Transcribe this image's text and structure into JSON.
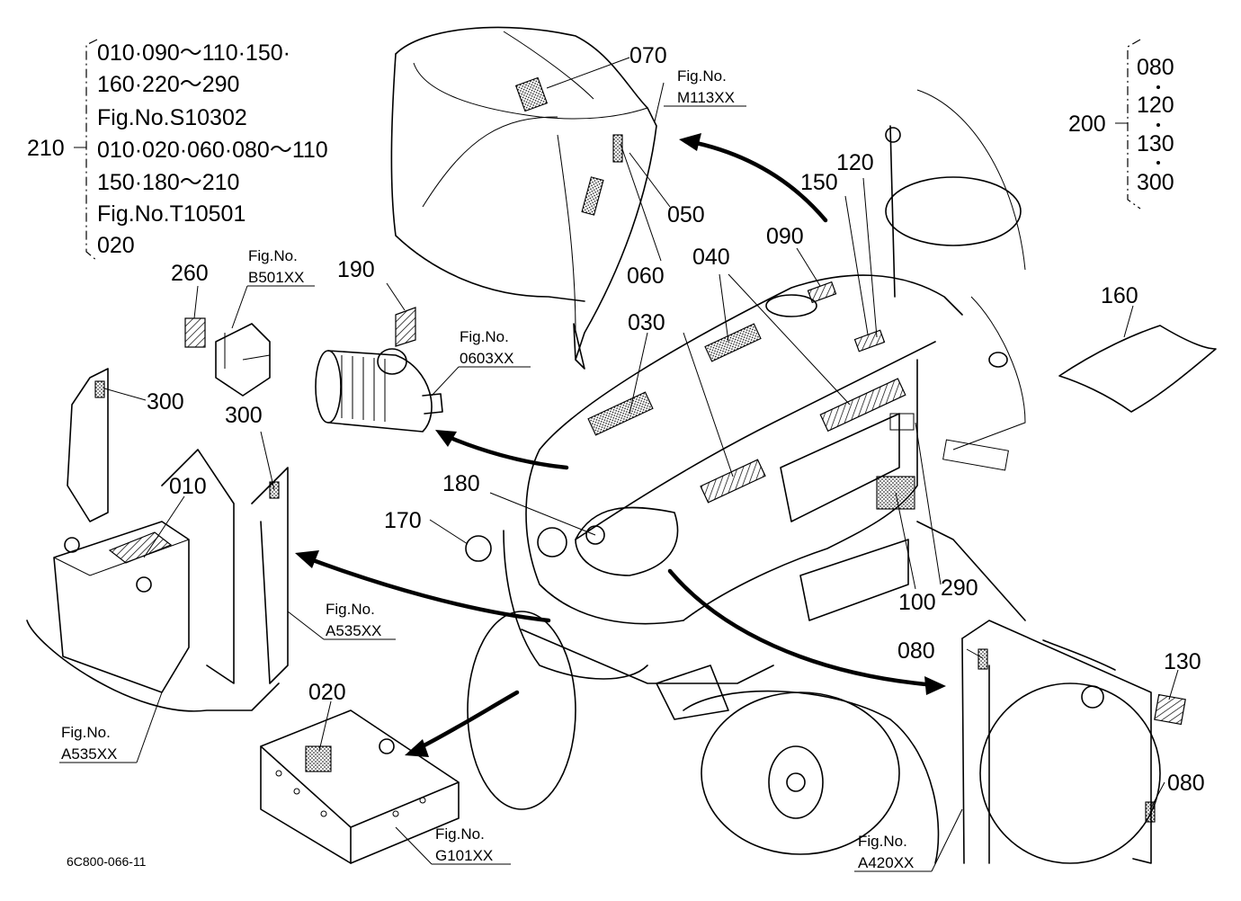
{
  "diagram": {
    "drawing_code": "6C800-066-11",
    "left_list": {
      "ref": "210",
      "lines": [
        "010·090～110·150·",
        "160·220～290",
        "Fig.No.S10302",
        "010·020·060·080～110",
        "150·180～210",
        "Fig.No.T10501",
        "020"
      ]
    },
    "right_list": {
      "ref": "200",
      "lines": [
        "080",
        "120",
        "130",
        "300"
      ]
    },
    "callouts": {
      "c070": "070",
      "c050": "050",
      "c060": "060",
      "c040": "040",
      "c030": "030",
      "c090": "090",
      "c150": "150",
      "c120": "120",
      "c160": "160",
      "c260": "260",
      "c190": "190",
      "c300a": "300",
      "c300b": "300",
      "c010": "010",
      "c180": "180",
      "c170": "170",
      "c100": "100",
      "c290": "290",
      "c080a": "080",
      "c130": "130",
      "c080b": "080",
      "c020": "020"
    },
    "fig_refs": {
      "m113": {
        "label": "Fig.No.",
        "code": "M113XX"
      },
      "b501": {
        "label": "Fig.No.",
        "code": "B501XX"
      },
      "f0603": {
        "label": "Fig.No.",
        "code": "0603XX"
      },
      "a535a": {
        "label": "Fig.No.",
        "code": "A535XX"
      },
      "a535b": {
        "label": "Fig.No.",
        "code": "A535XX"
      },
      "g101": {
        "label": "Fig.No.",
        "code": "G101XX"
      },
      "a420": {
        "label": "Fig.No.",
        "code": "A420XX"
      }
    }
  }
}
